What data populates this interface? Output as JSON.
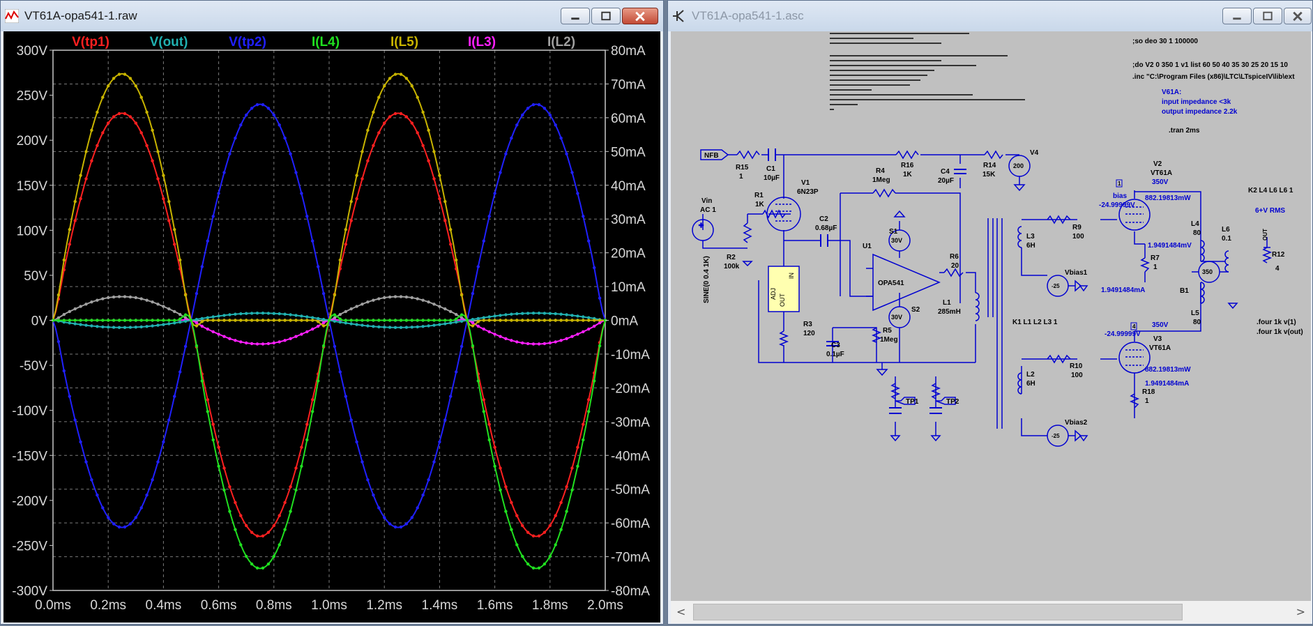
{
  "waveform_window": {
    "title": "VT61A-opa541-1.raw",
    "legend": [
      {
        "label": "V(tp1)",
        "color": "#ff2020"
      },
      {
        "label": "V(out)",
        "color": "#20b0b0"
      },
      {
        "label": "V(tp2)",
        "color": "#2020ff"
      },
      {
        "label": "I(L4)",
        "color": "#20e020"
      },
      {
        "label": "I(L5)",
        "color": "#c8b400"
      },
      {
        "label": "I(L3)",
        "color": "#ff20ff"
      },
      {
        "label": "I(L2)",
        "color": "#a0a0a0"
      }
    ],
    "y_left_ticks": [
      "300V",
      "250V",
      "200V",
      "150V",
      "100V",
      "50V",
      "0V",
      "-50V",
      "-100V",
      "-150V",
      "-200V",
      "-250V",
      "-300V"
    ],
    "y_right_ticks": [
      "80mA",
      "70mA",
      "60mA",
      "50mA",
      "40mA",
      "30mA",
      "20mA",
      "10mA",
      "0mA",
      "-10mA",
      "-20mA",
      "-30mA",
      "-40mA",
      "-50mA",
      "-60mA",
      "-70mA",
      "-80mA"
    ],
    "x_ticks": [
      "0.0ms",
      "0.2ms",
      "0.4ms",
      "0.6ms",
      "0.8ms",
      "1.0ms",
      "1.2ms",
      "1.4ms",
      "1.6ms",
      "1.8ms",
      "2.0ms"
    ]
  },
  "chart_data": {
    "type": "line",
    "x": [
      0,
      0.05,
      0.1,
      0.15,
      0.2,
      0.25,
      0.3,
      0.35,
      0.4,
      0.45,
      0.5,
      0.55,
      0.6,
      0.65,
      0.7,
      0.75,
      0.8,
      0.85,
      0.9,
      0.95,
      1.0,
      1.05,
      1.1,
      1.15,
      1.2,
      1.25,
      1.3,
      1.35,
      1.4,
      1.45,
      1.5,
      1.55,
      1.6,
      1.65,
      1.7,
      1.75,
      1.8,
      1.85,
      1.9,
      1.95,
      2.0
    ],
    "xlabel": "",
    "ylabel": "",
    "xlim": [
      0,
      2
    ],
    "ylim": [
      -300,
      300
    ],
    "y2lim": [
      -80,
      80
    ],
    "grid": true,
    "legend_position": "top",
    "series": [
      {
        "name": "V(tp1)",
        "axis": "left",
        "values": [
          0,
          71,
          135,
          186,
          219,
          230,
          219,
          186,
          135,
          71,
          0,
          -74,
          -141,
          -194,
          -228,
          -240,
          -228,
          -194,
          -141,
          -74,
          0,
          71,
          135,
          186,
          219,
          230,
          219,
          186,
          135,
          71,
          0,
          -74,
          -141,
          -194,
          -228,
          -240,
          -228,
          -194,
          -141,
          -74,
          0
        ]
      },
      {
        "name": "V(out)",
        "axis": "left",
        "values": [
          0,
          -2.5,
          -4.7,
          -6.5,
          -7.6,
          -8,
          -7.6,
          -6.5,
          -4.7,
          -2.5,
          0,
          2.5,
          4.7,
          6.5,
          7.6,
          8,
          7.6,
          6.5,
          4.7,
          2.5,
          0,
          -2.5,
          -4.7,
          -6.5,
          -7.6,
          -8,
          -7.6,
          -6.5,
          -4.7,
          -2.5,
          0,
          2.5,
          4.7,
          6.5,
          7.6,
          8,
          7.6,
          6.5,
          4.7,
          2.5,
          0
        ]
      },
      {
        "name": "V(tp2)",
        "axis": "left",
        "values": [
          0,
          -71,
          -135,
          -186,
          -219,
          -230,
          -219,
          -186,
          -135,
          -71,
          0,
          74,
          141,
          194,
          228,
          240,
          228,
          194,
          141,
          74,
          0,
          -71,
          -135,
          -186,
          -219,
          -230,
          -219,
          -186,
          -135,
          -71,
          0,
          74,
          141,
          194,
          228,
          240,
          228,
          194,
          141,
          74,
          0
        ]
      },
      {
        "name": "I(L4)",
        "axis": "right",
        "values": [
          0,
          0,
          0,
          0,
          0,
          0,
          0,
          0,
          0,
          0,
          0,
          -22.7,
          -43.2,
          -59.4,
          -69.9,
          -73.5,
          -69.9,
          -59.4,
          -43.2,
          -22.7,
          0,
          0,
          0,
          0,
          0,
          0,
          0,
          0,
          0,
          0,
          0,
          -22.7,
          -43.2,
          -59.4,
          -69.9,
          -73.5,
          -69.9,
          -59.4,
          -43.2,
          -22.7,
          0
        ]
      },
      {
        "name": "I(L5)",
        "axis": "right",
        "values": [
          0,
          22.6,
          42.9,
          59.1,
          69.4,
          73,
          69.4,
          59.1,
          42.9,
          22.6,
          0,
          0,
          0,
          0,
          0,
          0,
          0,
          0,
          0,
          0,
          0,
          22.6,
          42.9,
          59.1,
          69.4,
          73,
          69.4,
          59.1,
          42.9,
          22.6,
          0,
          0,
          0,
          0,
          0,
          0,
          0,
          0,
          0,
          0,
          0
        ]
      },
      {
        "name": "I(L3)",
        "axis": "right",
        "values": [
          0,
          0,
          0,
          0,
          0,
          0,
          0,
          0,
          0,
          0,
          0,
          -2.2,
          -4.1,
          -5.7,
          -6.7,
          -7,
          -6.7,
          -5.7,
          -4.1,
          -2.2,
          0,
          0,
          0,
          0,
          0,
          0,
          0,
          0,
          0,
          0,
          0,
          -2.2,
          -4.1,
          -5.7,
          -6.7,
          -7,
          -6.7,
          -5.7,
          -4.1,
          -2.2,
          0
        ]
      },
      {
        "name": "I(L2)",
        "axis": "right",
        "values": [
          0,
          2.2,
          4.1,
          5.7,
          6.7,
          7,
          6.7,
          5.7,
          4.1,
          2.2,
          0,
          0,
          0,
          0,
          0,
          0,
          0,
          0,
          0,
          0,
          0,
          2.2,
          4.1,
          5.7,
          6.7,
          7,
          6.7,
          5.7,
          4.1,
          2.2,
          0,
          0,
          0,
          0,
          0,
          0,
          0,
          0,
          0,
          0,
          0
        ]
      }
    ]
  },
  "schematic_window": {
    "title": "VT61A-opa541-1.asc",
    "directives": {
      "options": ";so deo 30 1 100000",
      "step": ";do V2 0 350 1 v1 list 60 50 40 35 30 25 20 15 10",
      "inc": ".inc \"C:\\Program Files (x86)\\LTC\\LTspiceIV\\lib\\ext",
      "tran": ".tran 2ms",
      "four1": ".four 1k v(1)",
      "four2": ".four 1k v(out)",
      "k_upper": "K2 L4 L6 L6 1",
      "k_lower": "K1 L1 L2 L3 1",
      "note_title": "V61A:",
      "note_line1": "input impedance <3k",
      "note_line2": "output impedance 2.2k",
      "rms": "6+V RMS"
    },
    "labels": {
      "nfb": "NFB",
      "r15": "R15",
      "r15v": "1",
      "c1": "C1",
      "c1v": "10µF",
      "r16": "R16",
      "r16v": "1K",
      "c4": "C4",
      "c4v": "20µF",
      "r14": "R14",
      "r14v": "15K",
      "v4": "V4",
      "v4v": "200",
      "v1": "V1",
      "v1v": "6N23P",
      "r4": "R4",
      "r4v": "1Meg",
      "vin": "Vin",
      "vinv": "AC 1",
      "sine": "SINE(0 0.4 1K)",
      "r1": "R1",
      "r1v": "1K",
      "r2": "R2",
      "r2v": "100k",
      "c2": "C2",
      "c2v": "0.68µF",
      "u1": "U1",
      "opa": "OPA541",
      "s1v": "30V",
      "s2v": "30V",
      "s1": "S1",
      "s2": "S2",
      "r6": "R6",
      "r6v": "20",
      "r3": "R3",
      "r3v": "120",
      "adj": "ADJ",
      "in": "IN",
      "out": "OUT",
      "c3": "C3",
      "c3v": "0.1µF",
      "r5": "R5",
      "r5v": "1Meg",
      "l1": "L1",
      "l1v": "285mH",
      "tp1": "TP1",
      "tp2": "TP2",
      "l3": "L3",
      "l3v": "6H",
      "l2": "L2",
      "l2v": "6H",
      "r9": "R9",
      "r9v": "100",
      "r10": "R10",
      "r10v": "100",
      "bias": "bias",
      "biasv1": "-24.99999V",
      "biasv2": "-24.99999V",
      "vbias1": "Vbias1",
      "vbias2": "Vbias2",
      "vbiasv": "-25",
      "v2": "V2",
      "v2t": "VT61A",
      "v3": "V3",
      "v3t": "VT61A",
      "v350a": "350V",
      "v350b": "350V",
      "pw1": "882.19813mW",
      "pw2": "882.19813mW",
      "mv1": "1.9491484mV",
      "ma1": "1.9491484mA",
      "ma2": "1.9491484mA",
      "r7": "R7",
      "r7v": "1",
      "r18": "R18",
      "r18v": "1",
      "b1": "B1",
      "b1v": "350",
      "l4": "L4",
      "l4v": "80",
      "l5": "L5",
      "l5v": "80",
      "l6": "L6",
      "l6v": "0.1",
      "r12": "R12",
      "r12v": "4",
      "outlab": "OUT",
      "n1": "1",
      "n4": "4"
    }
  }
}
